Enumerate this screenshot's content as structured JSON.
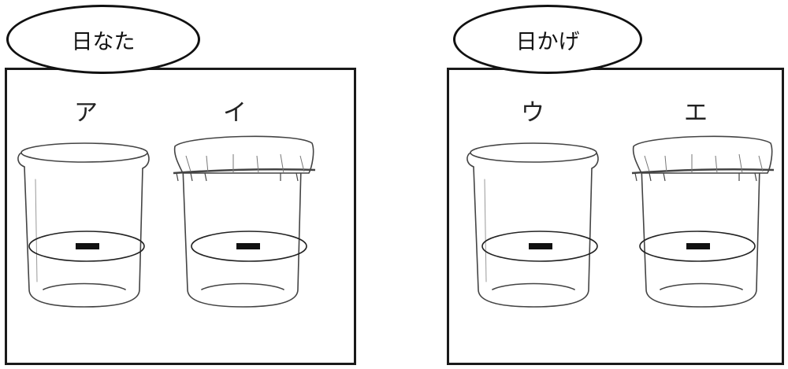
{
  "labels": {
    "sunny": "日なた",
    "shade": "日かげ"
  },
  "beakers": [
    {
      "letter": "ア",
      "covered": false
    },
    {
      "letter": "イ",
      "covered": true
    },
    {
      "letter": "ウ",
      "covered": false
    },
    {
      "letter": "エ",
      "covered": true
    }
  ]
}
